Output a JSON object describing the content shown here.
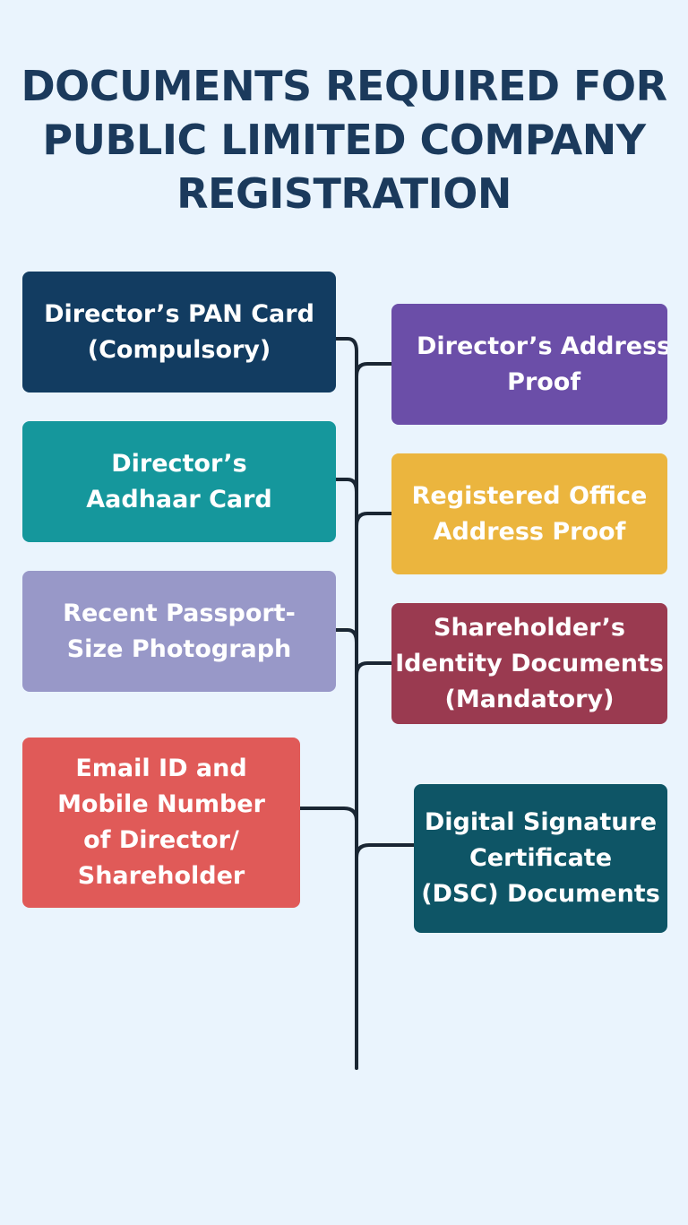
{
  "title": {
    "line1": "DOCUMENTS REQUIRED FOR",
    "line2": "PUBLIC LIMITED COMPANY",
    "line3": "REGISTRATION"
  },
  "left_cards": [
    {
      "lines": [
        "Director’s PAN Card",
        "(Compulsory)"
      ],
      "color": "#123c61"
    },
    {
      "lines": [
        "Director’s",
        "Aadhaar Card"
      ],
      "color": "#15979c"
    },
    {
      "lines": [
        "Recent Passport-",
        "Size Photograph"
      ],
      "color": "#9898c8"
    },
    {
      "lines": [
        "Email ID and",
        "Mobile Number",
        "of Director/",
        "Shareholder"
      ],
      "color": "#e05a58"
    }
  ],
  "right_cards": [
    {
      "lines": [
        "Director’s Address",
        "Proof"
      ],
      "color": "#6b4ea8"
    },
    {
      "lines": [
        "Registered Office",
        "Address Proof"
      ],
      "color": "#ebb53e"
    },
    {
      "lines": [
        "Shareholder’s",
        "Identity Documents",
        "(Mandatory)"
      ],
      "color": "#9a3a50"
    },
    {
      "lines": [
        "Digital Signature",
        "Certificate",
        "(DSC) Documents"
      ],
      "color": "#0e5566"
    }
  ],
  "colors": {
    "background": "#eaf4fd",
    "title": "#1b3a5c",
    "connector": "#1a2633"
  }
}
